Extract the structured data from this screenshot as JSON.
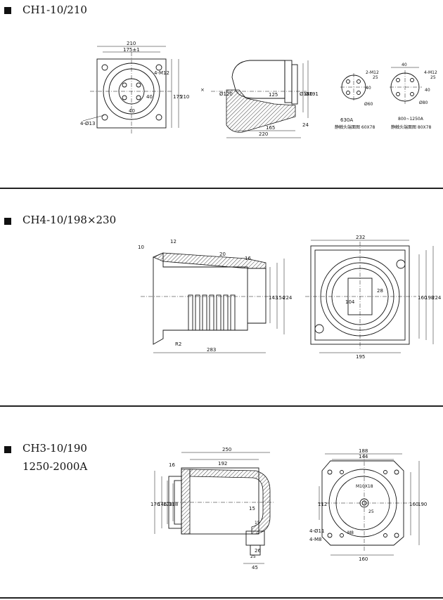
{
  "sections": [
    {
      "title": "CH1-10/210",
      "subtitle": "",
      "dims": {
        "front": [
          "210",
          "175±1",
          "4-M12",
          "175",
          "210",
          "40",
          "40",
          "4-Ø13"
        ],
        "side": [
          "Ø120",
          "125",
          "Ø166",
          "Ø191",
          "165",
          "24",
          "220"
        ],
        "detail_a": [
          "2-M12",
          "25",
          "40",
          "Ø60",
          "630A"
        ],
        "detail_b": [
          "40",
          "4-M12",
          "25",
          "40",
          "Ø80",
          "800~1250A"
        ]
      },
      "captions": [
        "静触头端面图 60X78",
        "静触头端面图 80X78"
      ]
    },
    {
      "title": "CH4-10/198×230",
      "subtitle": "",
      "dims": {
        "side": [
          "10",
          "12",
          "20",
          "16",
          "143",
          "154",
          "224",
          "R2",
          "283"
        ],
        "front": [
          "232",
          "28",
          "104",
          "160",
          "198",
          "224",
          "195"
        ]
      }
    },
    {
      "title": "CH3-10/190",
      "subtitle": "1250-2000A",
      "dims": {
        "side": [
          "250",
          "192",
          "16",
          "176",
          "146",
          "128",
          "118",
          "15",
          "15",
          "26",
          "25",
          "45"
        ],
        "front": [
          "188",
          "144",
          "M10X18",
          "112",
          "25",
          "4-Ø11",
          "M8",
          "4-M8",
          "160",
          "190",
          "160"
        ]
      }
    }
  ]
}
